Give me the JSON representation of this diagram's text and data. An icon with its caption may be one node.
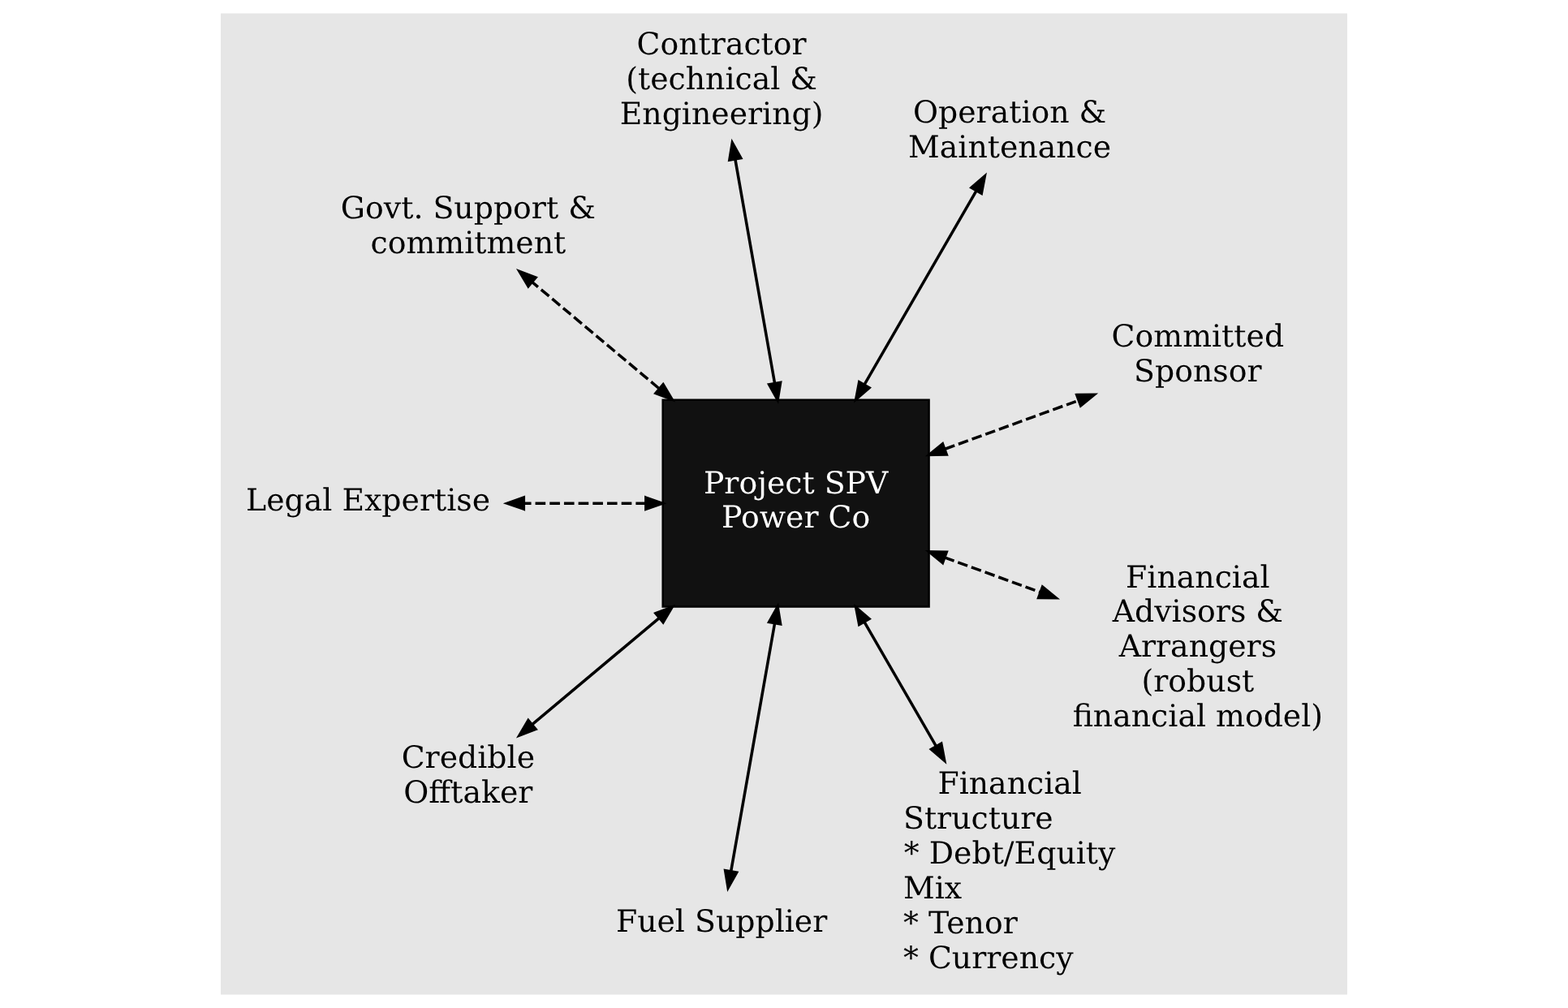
{
  "diagram": {
    "nodes": [
      {
        "text": [
          "Committed Sponsor"
        ]
      },
      {
        "text": [
          "Operation & Maintenance"
        ]
      },
      {
        "text": [
          "Contractor (technical & Engineering)"
        ]
      },
      {
        "text": [
          "Govt. Support & commitment"
        ]
      },
      {
        "text": [
          "Project SPV Power Co"
        ]
      },
      {
        "text": [
          "Legal Expertise"
        ]
      },
      {
        "text": [
          "Credible Offtaker"
        ]
      },
      {
        "text": [
          "Fuel Supplier"
        ]
      },
      {
        "text": [
          "Financial Structure",
          "* Debt/Equity Mix",
          "* Tenor",
          "* Currency"
        ]
      },
      {
        "text": [
          "Financial Advisors & Arrangers (robust financial model)"
        ]
      }
    ],
    "edges": [
      {
        "from": 4,
        "to": 0,
        "arrow": "both",
        "style": "dashed"
      },
      {
        "from": 4,
        "to": 1,
        "arrow": "both"
      },
      {
        "from": 4,
        "to": 2,
        "arrow": "both"
      },
      {
        "from": 4,
        "to": 3,
        "arrow": "both",
        "style": "dashed"
      },
      {
        "from": 4,
        "to": 5,
        "arrow": "both",
        "style": "dashed"
      },
      {
        "from": 4,
        "to": 6,
        "arrow": "both"
      },
      {
        "from": 4,
        "to": 7,
        "arrow": "both"
      },
      {
        "from": 4,
        "to": 8,
        "arrow": "both"
      },
      {
        "from": 4,
        "to": 9,
        "arrow": "both",
        "style": "dashed"
      }
    ]
  }
}
